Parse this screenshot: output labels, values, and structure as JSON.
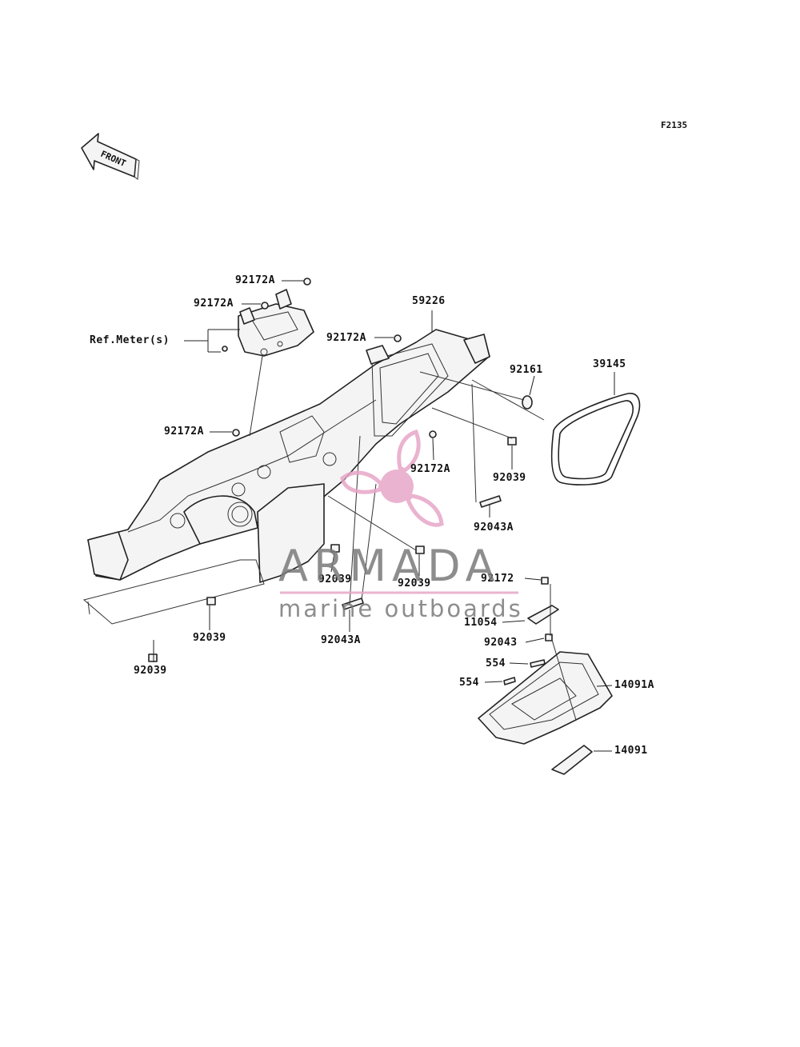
{
  "figure_code": "F2135",
  "front_arrow": {
    "label": "FRONT",
    "icon": "front-arrow-icon"
  },
  "callouts": [
    {
      "id": "c1",
      "text": "92172A"
    },
    {
      "id": "c2",
      "text": "92172A"
    },
    {
      "id": "c3",
      "text": "Ref.Meter(s)"
    },
    {
      "id": "c4",
      "text": "59226"
    },
    {
      "id": "c5",
      "text": "92172A"
    },
    {
      "id": "c6",
      "text": "92161"
    },
    {
      "id": "c7",
      "text": "39145"
    },
    {
      "id": "c8",
      "text": "92172A"
    },
    {
      "id": "c9",
      "text": "92172A"
    },
    {
      "id": "c10",
      "text": "92039"
    },
    {
      "id": "c11",
      "text": "92043A"
    },
    {
      "id": "c12",
      "text": "92039"
    },
    {
      "id": "c13",
      "text": "92039"
    },
    {
      "id": "c14",
      "text": "92172"
    },
    {
      "id": "c15",
      "text": "11054"
    },
    {
      "id": "c16",
      "text": "92043"
    },
    {
      "id": "c17",
      "text": "92039"
    },
    {
      "id": "c18",
      "text": "92043A"
    },
    {
      "id": "c19",
      "text": "554"
    },
    {
      "id": "c20",
      "text": "554"
    },
    {
      "id": "c21",
      "text": "14091A"
    },
    {
      "id": "c22",
      "text": "92039"
    },
    {
      "id": "c23",
      "text": "14091"
    }
  ],
  "watermark": {
    "brand": "ARMADA",
    "tagline": "marine outboards",
    "accent_color": "#e7a6c8",
    "text_color": "#7a7a7a"
  }
}
